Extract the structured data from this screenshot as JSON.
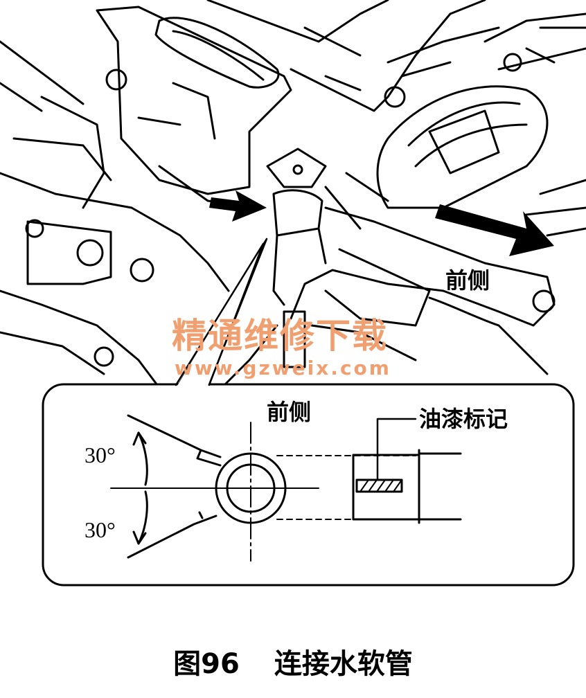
{
  "figure": {
    "caption_number": "图96",
    "caption_title": "连接水软管",
    "labels": {
      "front_main": "前侧",
      "front_inset": "前侧",
      "paint_mark": "油漆标记",
      "angle_upper": "30°",
      "angle_lower": "30°"
    },
    "watermark": {
      "title": "精通维修下载",
      "url": "www.gzweix.com",
      "color": "#f0a070"
    }
  }
}
